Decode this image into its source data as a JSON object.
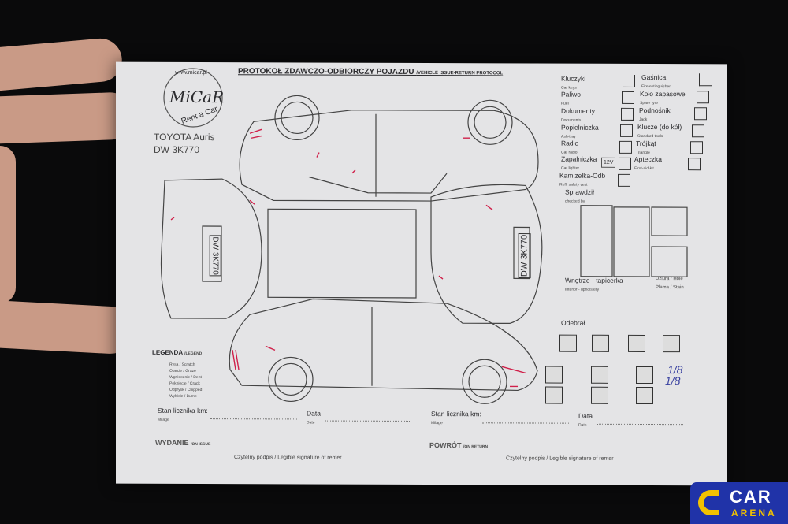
{
  "header": {
    "title": "PROTOKOŁ ZDAWCZO-ODBIORCZY POJAZDU",
    "title_en": "/VEHICLE ISSUE-RETURN PROTOCOL"
  },
  "logo": {
    "url": "www.micar.pl",
    "name": "MiCaR",
    "tagline": "Rent a Car"
  },
  "vehicle": {
    "model": "TOYOTA Auris",
    "plate": "DW 3K770"
  },
  "checklist": [
    {
      "pl": "Kluczyki",
      "en": "Car keys"
    },
    {
      "pl": "Paliwo",
      "en": "Fuel"
    },
    {
      "pl": "Dokumenty",
      "en": "Documents"
    },
    {
      "pl": "Popielniczka",
      "en": "Ash-tray"
    },
    {
      "pl": "Radio",
      "en": "Car radio"
    },
    {
      "pl": "Zapalniczka",
      "en": "Car lighter",
      "extra": "12V"
    },
    {
      "pl": "Kamizelka-Odb",
      "en": "Refl. safety vest"
    }
  ],
  "checklist_right": [
    {
      "pl": "Gaśnica",
      "en": "Fire extinguisher"
    },
    {
      "pl": "Koło zapasowe",
      "en": "Spare tyre"
    },
    {
      "pl": "Podnośnik",
      "en": "Jack"
    },
    {
      "pl": "Klucze (do kół)",
      "en": "Standard tools"
    },
    {
      "pl": "Trójkąt",
      "en": "Triangle"
    },
    {
      "pl": "Apteczka",
      "en": "First-aid-kit"
    }
  ],
  "checked_by": {
    "pl": "Sprawdził",
    "en": "checked by"
  },
  "interior": {
    "pl": "Wnętrze - tapicerka",
    "en": "Interior - upholstery",
    "hole": "Dziura / Hole",
    "stain": "Plama / Stain"
  },
  "received": "Odebrał",
  "handwritten": {
    "front": "1/8",
    "rear": "1/8"
  },
  "legend": {
    "title": "LEGENDA",
    "title_en": "/LEGEND",
    "items": [
      {
        "pl": "Rysa",
        "en": "/ Scratch"
      },
      {
        "pl": "Otarcie",
        "en": "/ Graze"
      },
      {
        "pl": "Wgniecenie",
        "en": "/ Dent"
      },
      {
        "pl": "Pęknięcie",
        "en": "/ Crack"
      },
      {
        "pl": "Odprysk",
        "en": "/ Chipped"
      },
      {
        "pl": "Wybicie",
        "en": "/ Bump"
      }
    ]
  },
  "fields": {
    "mileage": "Stan licznika km:",
    "mileage_en": "Milage",
    "date": "Data",
    "date_en": "Date"
  },
  "issue": {
    "label": "WYDANIE",
    "label_en": "/ON ISSUE",
    "signature": "Czytelny podpis / Legible signature of renter"
  },
  "return": {
    "label": "POWRÓT",
    "label_en": "/ON RETURN",
    "signature": "Czytelny podpis / Legible signature of renter"
  },
  "watermark": {
    "brand": "CAR",
    "brand2": "ARENA"
  },
  "colors": {
    "damage": "#d0204a",
    "badge": "#2033a8",
    "badge_accent": "#f2c200"
  }
}
